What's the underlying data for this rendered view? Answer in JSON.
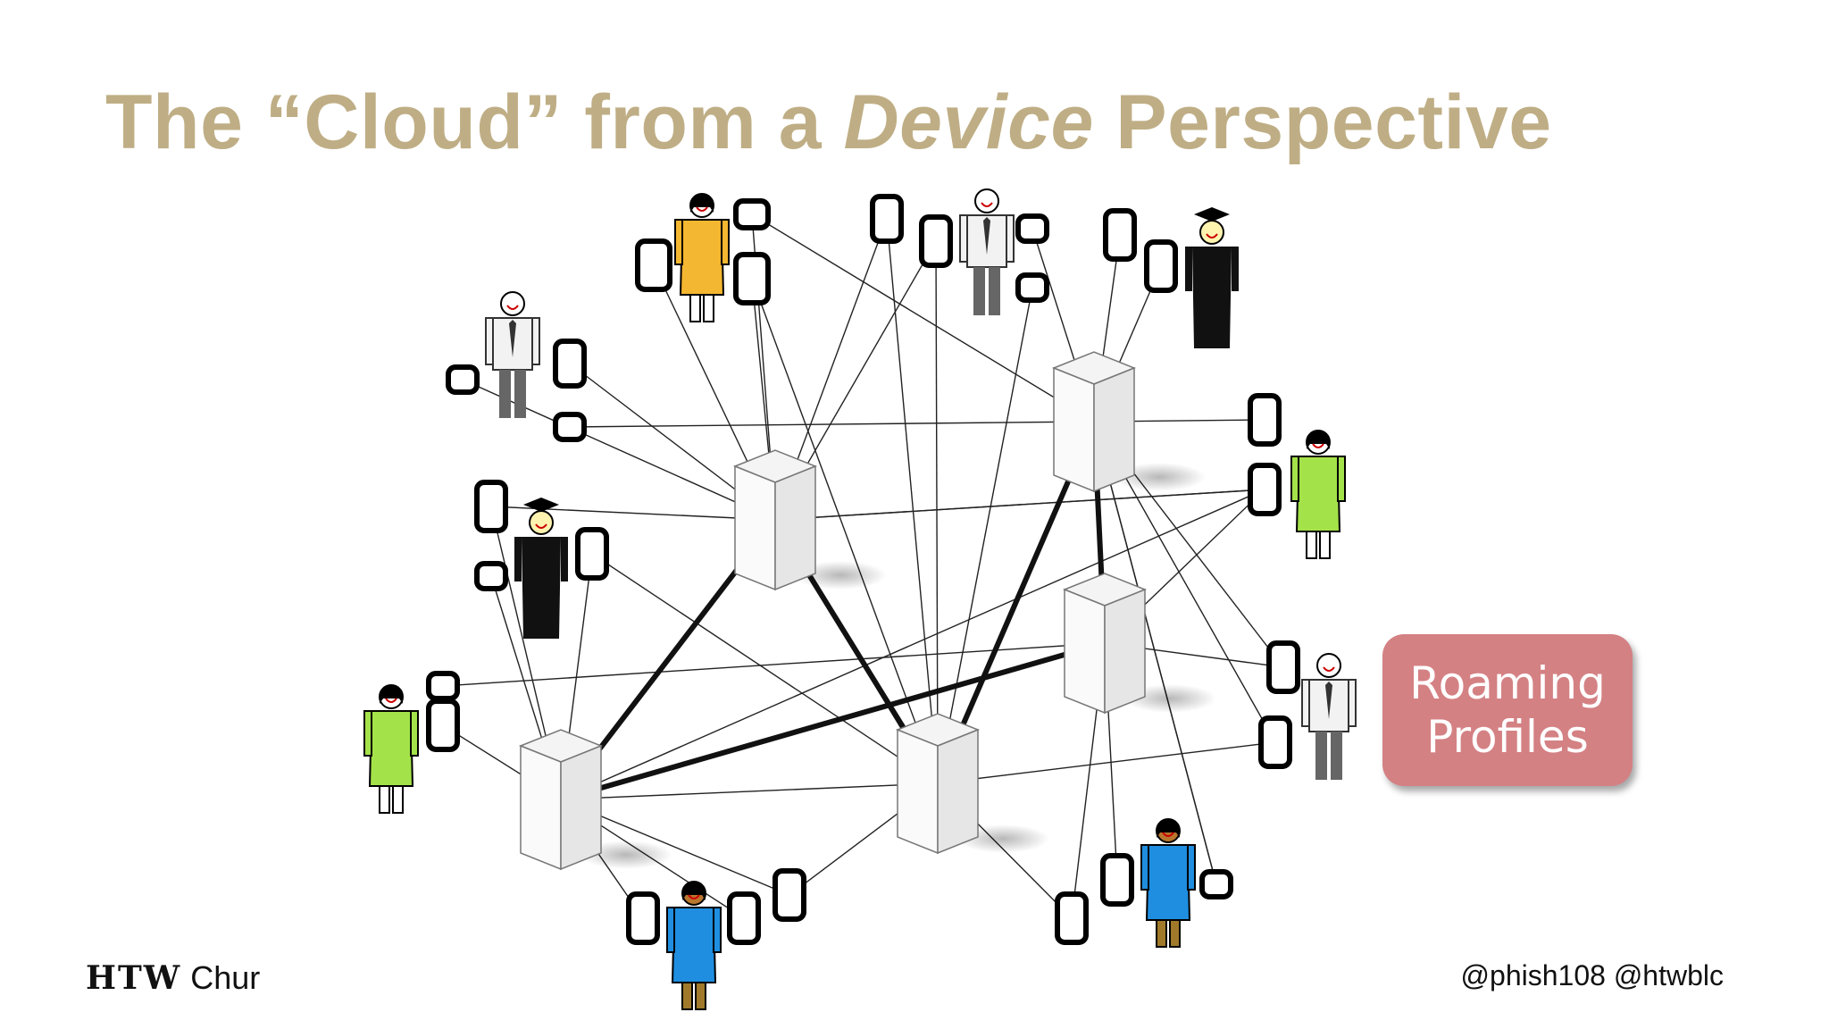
{
  "slide": {
    "title_prefix": "The “Cloud” from a ",
    "title_emphasis": "Device",
    "title_suffix": " Perspective",
    "callout_line1": "Roaming",
    "callout_line2": "Profiles",
    "footer_brand": "HTW",
    "footer_city": "Chur",
    "footer_handles": "@phish108 @htwblc"
  },
  "colors": {
    "title": "#bfae85",
    "callout": "#d48184",
    "server": "#e6e6e6",
    "person_yellow": "#f4b731",
    "person_green": "#a4e24a",
    "person_blue": "#1f8ee0",
    "person_black": "#111111",
    "person_suit_shirt": "#f2f2f2"
  },
  "diagram": {
    "servers": [
      {
        "id": "s1",
        "name": "server-top-left"
      },
      {
        "id": "s2",
        "name": "server-top-right"
      },
      {
        "id": "s3",
        "name": "server-middle-right"
      },
      {
        "id": "s4",
        "name": "server-bottom-left"
      },
      {
        "id": "s5",
        "name": "server-bottom-center"
      }
    ],
    "server_links": [
      [
        "s1",
        "s4"
      ],
      [
        "s1",
        "s5"
      ],
      [
        "s2",
        "s5"
      ],
      [
        "s2",
        "s3"
      ],
      [
        "s3",
        "s4"
      ]
    ],
    "people": [
      {
        "id": "p1",
        "style": "woman-yellow"
      },
      {
        "id": "p2",
        "style": "man-suit"
      },
      {
        "id": "p3",
        "style": "graduate"
      },
      {
        "id": "p4",
        "style": "man-suit"
      },
      {
        "id": "p5",
        "style": "graduate"
      },
      {
        "id": "p6",
        "style": "woman-green"
      },
      {
        "id": "p7",
        "style": "man-suit"
      },
      {
        "id": "p8",
        "style": "woman-green"
      },
      {
        "id": "p9",
        "style": "woman-blue"
      },
      {
        "id": "p10",
        "style": "woman-blue"
      }
    ],
    "device_icon": "rounded-rect-device-icon",
    "server_icon": "server-tower-icon"
  }
}
